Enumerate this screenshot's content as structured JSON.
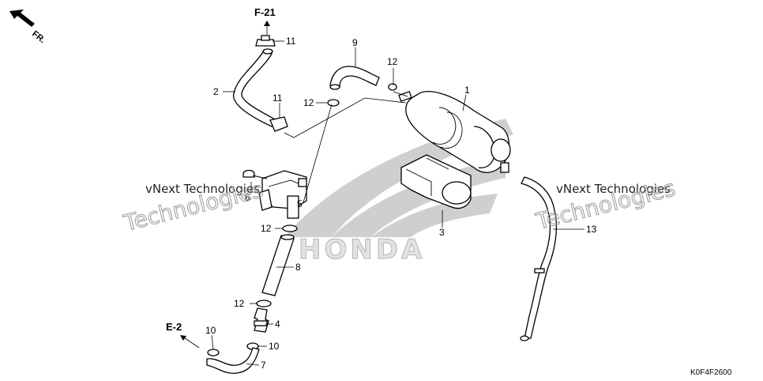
{
  "diagram_code": "K0F4F2600",
  "direction_label": "FR.",
  "refs": {
    "top": "F-21",
    "left": "E-2"
  },
  "watermark": {
    "line1": "vNext Technologies",
    "line2": "Technologies"
  },
  "logo_text": "HONDA",
  "callouts": {
    "p1": "1",
    "p2": "2",
    "p3": "3",
    "p4": "4",
    "p5": "5",
    "p6": "6",
    "p7": "7",
    "p8": "8",
    "p9": "9",
    "p10a": "10",
    "p10b": "10",
    "p11a": "11",
    "p11b": "11",
    "p12a": "12",
    "p12b": "12",
    "p12c": "12",
    "p12d": "12",
    "p13": "13"
  }
}
